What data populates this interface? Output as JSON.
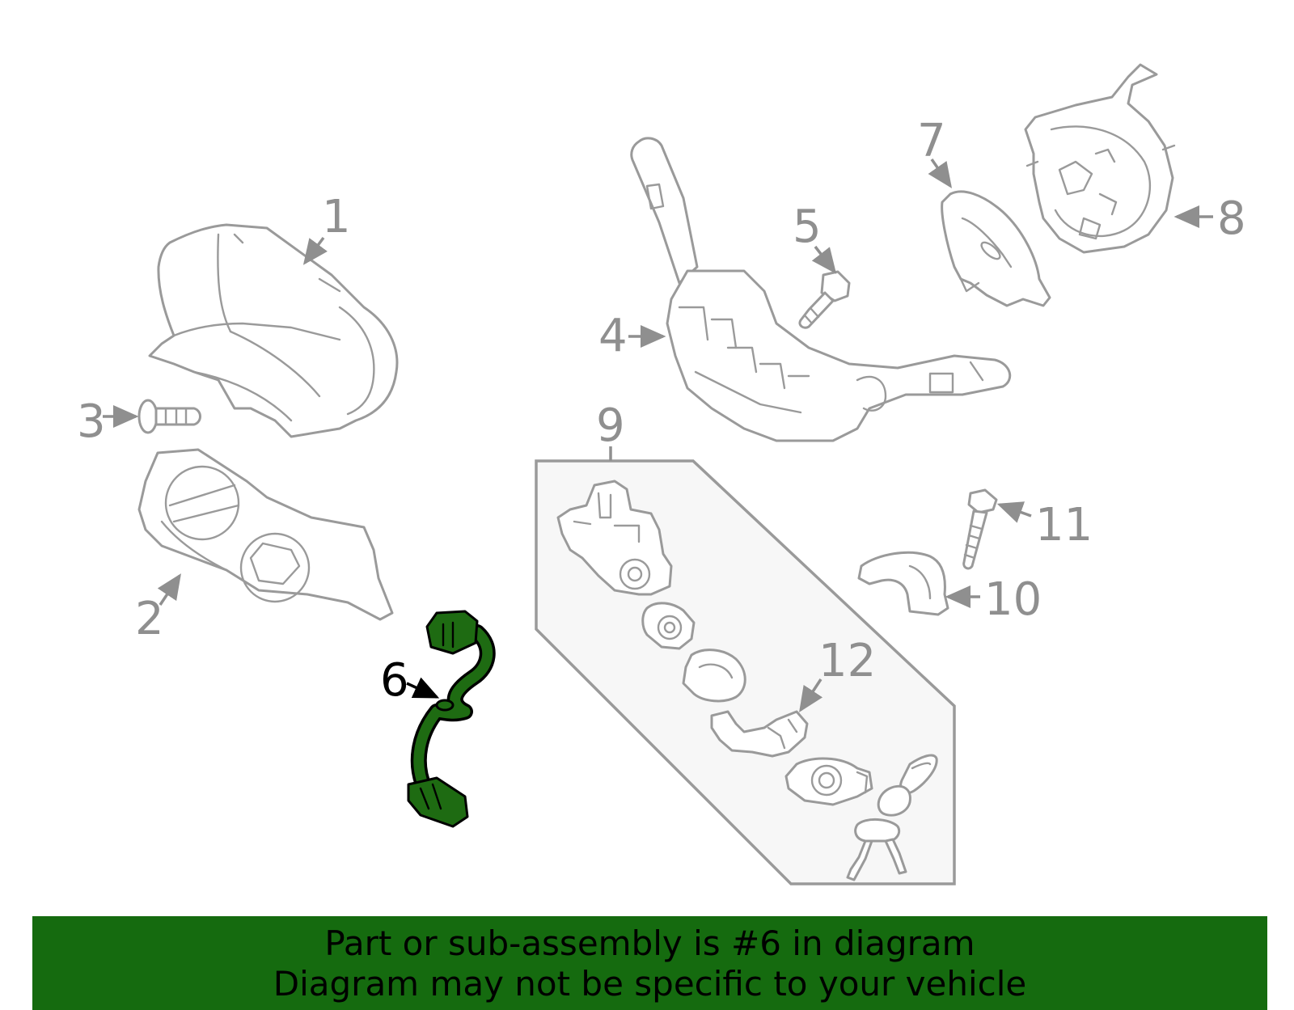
{
  "diagram": {
    "callouts": {
      "c1": "1",
      "c2": "2",
      "c3": "3",
      "c4": "4",
      "c5": "5",
      "c6": "6",
      "c7": "7",
      "c8": "8",
      "c9": "9",
      "c10": "10",
      "c11": "11",
      "c12": "12"
    },
    "highlighted_part": "6",
    "colors": {
      "highlight": "#1e6b12",
      "outline": "#9a9a9a",
      "kit_box_fill": "#f7f7f7"
    }
  },
  "banner": {
    "line1": "Part or sub-assembly is #6 in diagram",
    "line2": "Diagram may not be specific to your vehicle",
    "color": "#156b0f"
  }
}
